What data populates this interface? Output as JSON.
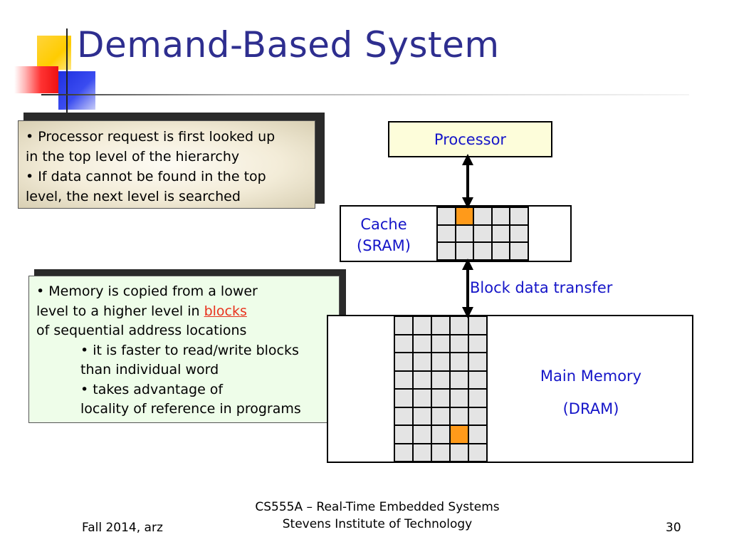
{
  "slide": {
    "title": "Demand-Based System",
    "box1": {
      "lines": [
        "• Processor request is first looked up",
        "in the top level of the hierarchy",
        "• If data cannot be found in the top",
        "level, the next level is searched"
      ]
    },
    "box2": {
      "line1": "• Memory is copied from a lower",
      "line2_prefix": "level to a higher level in ",
      "line2_link": "blocks",
      "line3": "of sequential address locations",
      "sub1a": "• it is faster to read/write blocks",
      "sub1b": "than individual word",
      "sub2a": "• takes advantage of",
      "sub2b": "locality of reference in programs"
    }
  },
  "diagram": {
    "processor_label": "Processor",
    "cache_label_1": "Cache",
    "cache_label_2": "(SRAM)",
    "transfer_label": "Block data transfer",
    "main_memory_label_1": "Main Memory",
    "main_memory_label_2": "(DRAM)",
    "cache_grid": {
      "rows": 3,
      "cols": 5,
      "highlight": [
        [
          0,
          1
        ]
      ]
    },
    "memory_grid": {
      "rows": 8,
      "cols": 5,
      "highlight": [
        [
          6,
          3
        ]
      ]
    },
    "colors": {
      "label_blue": "#1515c8",
      "highlight_orange": "#ff9a1a",
      "cell_gray": "#e4e4e4",
      "title_blue": "#2e2e8f"
    }
  },
  "footer": {
    "left": "Fall 2014, arz",
    "center_line1": "CS555A – Real-Time Embedded Systems",
    "center_line2": "Stevens Institute of Technology",
    "page_number": "30"
  }
}
